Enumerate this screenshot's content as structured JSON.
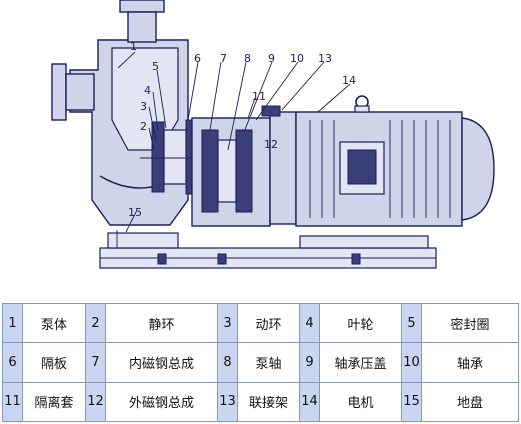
{
  "callouts": [
    "1",
    "2",
    "3",
    "4",
    "5",
    "6",
    "7",
    "8",
    "9",
    "10",
    "11",
    "12",
    "13",
    "14",
    "15"
  ],
  "parts": [
    {
      "num": "1",
      "name": "泵体"
    },
    {
      "num": "2",
      "name": "静环"
    },
    {
      "num": "3",
      "name": "动环"
    },
    {
      "num": "4",
      "name": "叶轮"
    },
    {
      "num": "5",
      "name": "密封圈"
    },
    {
      "num": "6",
      "name": "隔板"
    },
    {
      "num": "7",
      "name": "内磁钢总成"
    },
    {
      "num": "8",
      "name": "泵轴"
    },
    {
      "num": "9",
      "name": "轴承压盖"
    },
    {
      "num": "10",
      "name": "轴承"
    },
    {
      "num": "11",
      "name": "隔离套"
    },
    {
      "num": "12",
      "name": "外磁钢总成"
    },
    {
      "num": "13",
      "name": "联接架"
    },
    {
      "num": "14",
      "name": "电机"
    },
    {
      "num": "15",
      "name": "地盘"
    }
  ],
  "colors": {
    "line": "#1b1f5a",
    "cell_num": "#c9d6f2",
    "cell_border": "#8a96b8"
  }
}
